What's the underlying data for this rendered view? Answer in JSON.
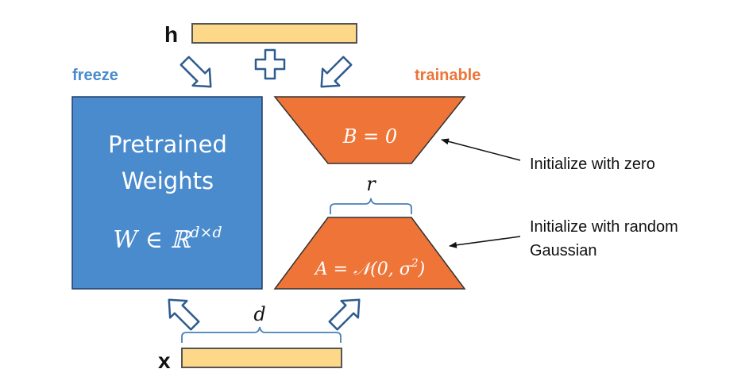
{
  "labels": {
    "h": "h",
    "x": "x",
    "freeze": "freeze",
    "trainable": "trainable"
  },
  "pretrained": {
    "line1": "Pretrained",
    "line2": "Weights",
    "formula_base": "W ∈ ℝ",
    "formula_sup": "d×d"
  },
  "matrix_b": {
    "formula": "B = 0"
  },
  "matrix_a": {
    "formula_base": "A = 𝒩(0, σ",
    "formula_sup": "2",
    "formula_close": ")"
  },
  "dims": {
    "r": "r",
    "d": "d"
  },
  "annotations": {
    "zero": "Initialize with zero",
    "random_line1": "Initialize with random",
    "random_line2": "Gaussian"
  },
  "colors": {
    "blue_box": "#4a8bcd",
    "orange": "#ee7437",
    "bar_fill": "#fcd888",
    "bar_stroke": "#555555",
    "arrow_stroke": "#2e5c8e",
    "freeze_text": "#4a8bcd",
    "trainable_text": "#ee7437",
    "brace": "#4a7fb8"
  }
}
